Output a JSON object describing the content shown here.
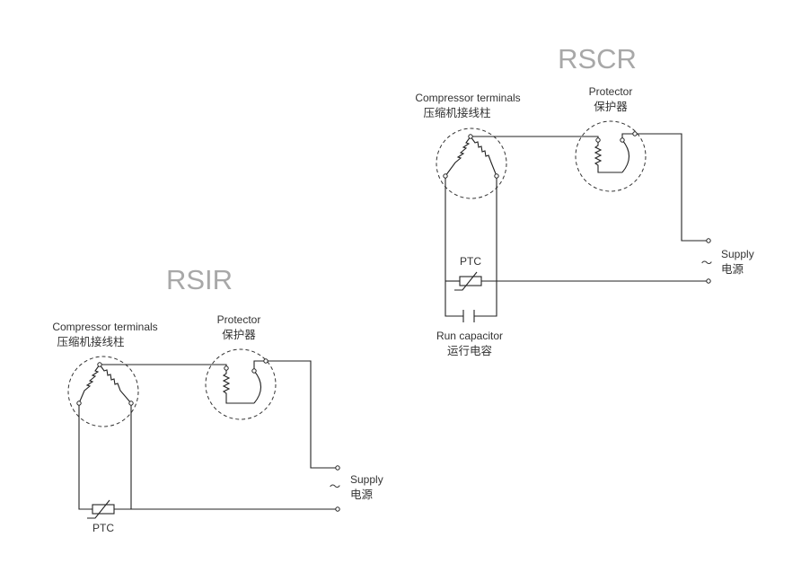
{
  "rsir": {
    "title": "RSIR",
    "compressor_label_en": "Compressor terminals",
    "compressor_label_zh": "压缩机接线柱",
    "protector_label_en": "Protector",
    "protector_label_zh": "保护器",
    "supply_label_en": "Supply",
    "supply_label_zh": "电源",
    "supply_symbol": "～",
    "ptc_label": "PTC"
  },
  "rscr": {
    "title": "RSCR",
    "compressor_label_en": "Compressor terminals",
    "compressor_label_zh": "压缩机接线柱",
    "protector_label_en": "Protector",
    "protector_label_zh": "保护器",
    "supply_label_en": "Supply",
    "supply_label_zh": "电源",
    "supply_symbol": "～",
    "ptc_label": "PTC",
    "run_capacitor_label_en": "Run capacitor",
    "run_capacitor_label_zh": "运行电容"
  }
}
